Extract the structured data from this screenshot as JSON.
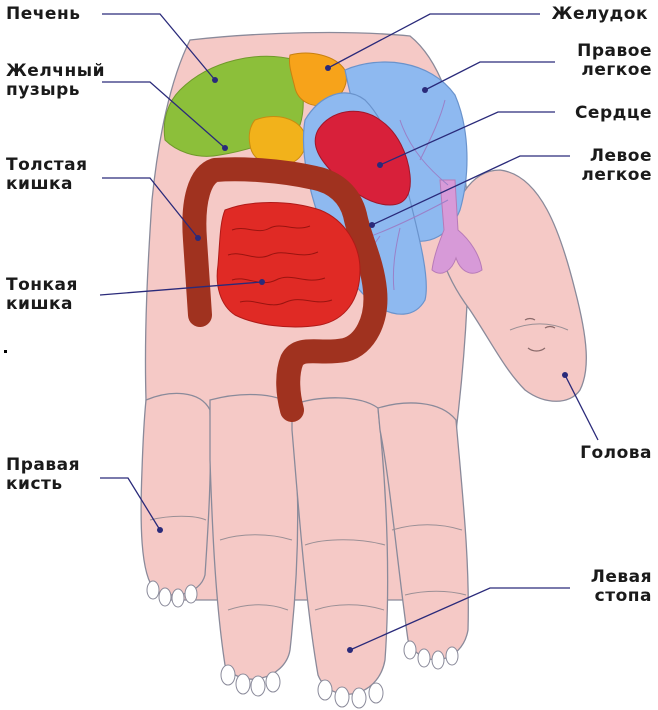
{
  "labels": {
    "liver": "Печень",
    "gallbladder_1": "Желчный",
    "gallbladder_2": "пузырь",
    "colon_1": "Толстая",
    "colon_2": "кишка",
    "small_intestine_1": "Тонкая",
    "small_intestine_2": "кишка",
    "right_hand_1": "Правая",
    "right_hand_2": "кисть",
    "stomach": "Желудок",
    "right_lung_1": "Правое",
    "right_lung_2": "легкое",
    "heart": "Сердце",
    "left_lung_1": "Левое",
    "left_lung_2": "легкое",
    "head": "Голова",
    "left_foot_1": "Левая",
    "left_foot_2": "стопа"
  },
  "colors": {
    "skin": "#f5c9c6",
    "skin_outline": "#8a8a9a",
    "liver": "#8cbf3a",
    "gallbladder": "#f2b21b",
    "colon": "#a0321f",
    "small_intestine": "#e02a25",
    "lung": "#8eb9f0",
    "heart": "#d8203a",
    "trachea": "#d79ad8",
    "pointer": "#2a2a7a"
  }
}
